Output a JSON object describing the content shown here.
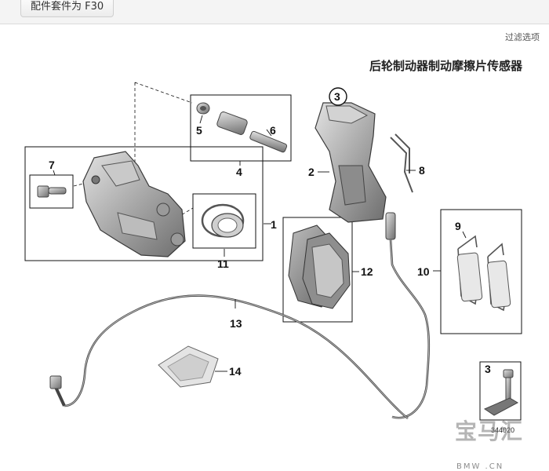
{
  "toolbar": {
    "kit_button": "配件套件为 F30"
  },
  "filter": {
    "label": "过滤选项"
  },
  "diagram": {
    "title": "后轮制动器制动摩擦片传感器",
    "image_code": "344020",
    "callouts": [
      "1",
      "2",
      "3",
      "4",
      "5",
      "6",
      "7",
      "8",
      "9",
      "10",
      "11",
      "12",
      "13",
      "14",
      "3"
    ]
  },
  "watermark": {
    "text": "宝马汇",
    "sub": "BMW  .CN"
  }
}
